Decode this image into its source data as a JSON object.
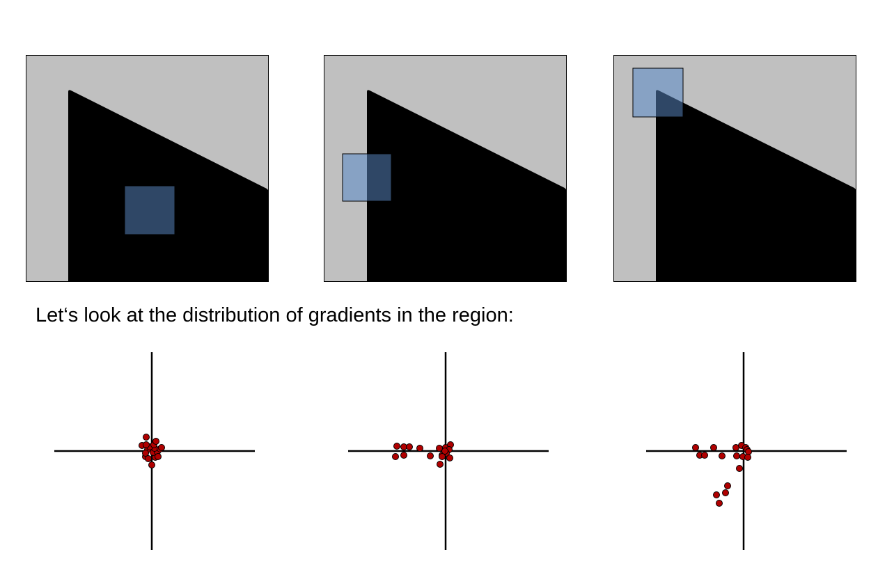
{
  "caption": "Let‘s look at the distribution of gradients in the region:",
  "colors": {
    "background_gray": "#c0c0c0",
    "shape_black": "#000000",
    "window_fill": "#87a2c4",
    "window_over_shape": "#2f4766",
    "window_border": "#000000",
    "point_fill": "#b00000",
    "axis": "#000000"
  },
  "panels": [
    {
      "id": "flat-region",
      "window_position": "inside shape"
    },
    {
      "id": "edge-region",
      "window_position": "on left edge"
    },
    {
      "id": "corner-region",
      "window_position": "on top-left corner"
    }
  ],
  "chart_data": [
    {
      "type": "scatter",
      "title": "",
      "xlabel": "",
      "ylabel": "",
      "xlim": [
        -10,
        10
      ],
      "ylim": [
        -10,
        10
      ],
      "grid": false,
      "points": [
        [
          0.0,
          -2.0
        ],
        [
          0.5,
          -0.9
        ],
        [
          -0.9,
          -0.8
        ],
        [
          0.2,
          -0.2
        ],
        [
          0.8,
          -0.1
        ],
        [
          -0.6,
          0.2
        ],
        [
          0.4,
          0.4
        ],
        [
          1.2,
          0.3
        ],
        [
          -0.3,
          0.6
        ],
        [
          -1.4,
          0.8
        ],
        [
          0.3,
          0.9
        ],
        [
          -0.8,
          0.9
        ],
        [
          -0.9,
          -0.3
        ],
        [
          0.9,
          -0.8
        ],
        [
          0.6,
          1.4
        ],
        [
          -0.8,
          2.0
        ],
        [
          1.4,
          0.5
        ],
        [
          -0.5,
          -1.1
        ]
      ]
    },
    {
      "type": "scatter",
      "title": "",
      "xlabel": "",
      "ylabel": "",
      "xlim": [
        -10,
        10
      ],
      "ylim": [
        -10,
        10
      ],
      "grid": false,
      "points": [
        [
          -7.0,
          0.7
        ],
        [
          -6.0,
          0.6
        ],
        [
          -5.2,
          0.6
        ],
        [
          -3.7,
          0.4
        ],
        [
          -7.2,
          -0.8
        ],
        [
          -6.0,
          -0.6
        ],
        [
          -2.2,
          -0.7
        ],
        [
          -0.9,
          0.4
        ],
        [
          0.0,
          0.5
        ],
        [
          0.7,
          0.9
        ],
        [
          0.5,
          0.2
        ],
        [
          0.1,
          -0.3
        ],
        [
          -0.5,
          -0.6
        ],
        [
          -0.5,
          -0.8
        ],
        [
          0.6,
          -1.0
        ],
        [
          -0.8,
          -1.9
        ],
        [
          -0.1,
          0.0
        ]
      ]
    },
    {
      "type": "scatter",
      "title": "",
      "xlabel": "",
      "ylabel": "",
      "xlim": [
        -10,
        10
      ],
      "ylim": [
        -10,
        10
      ],
      "grid": false,
      "points": [
        [
          -6.9,
          0.5
        ],
        [
          -4.3,
          0.5
        ],
        [
          -6.3,
          -0.6
        ],
        [
          -5.6,
          -0.6
        ],
        [
          -3.1,
          -0.7
        ],
        [
          -1.1,
          0.5
        ],
        [
          -0.3,
          0.8
        ],
        [
          0.3,
          0.5
        ],
        [
          0.5,
          0.2
        ],
        [
          0.7,
          -0.1
        ],
        [
          -1.0,
          -0.7
        ],
        [
          -0.1,
          -0.8
        ],
        [
          0.6,
          -0.9
        ],
        [
          -0.6,
          -2.5
        ],
        [
          -2.3,
          -5.0
        ],
        [
          -2.6,
          -6.0
        ],
        [
          -3.9,
          -6.3
        ],
        [
          -3.5,
          -7.5
        ]
      ]
    }
  ]
}
